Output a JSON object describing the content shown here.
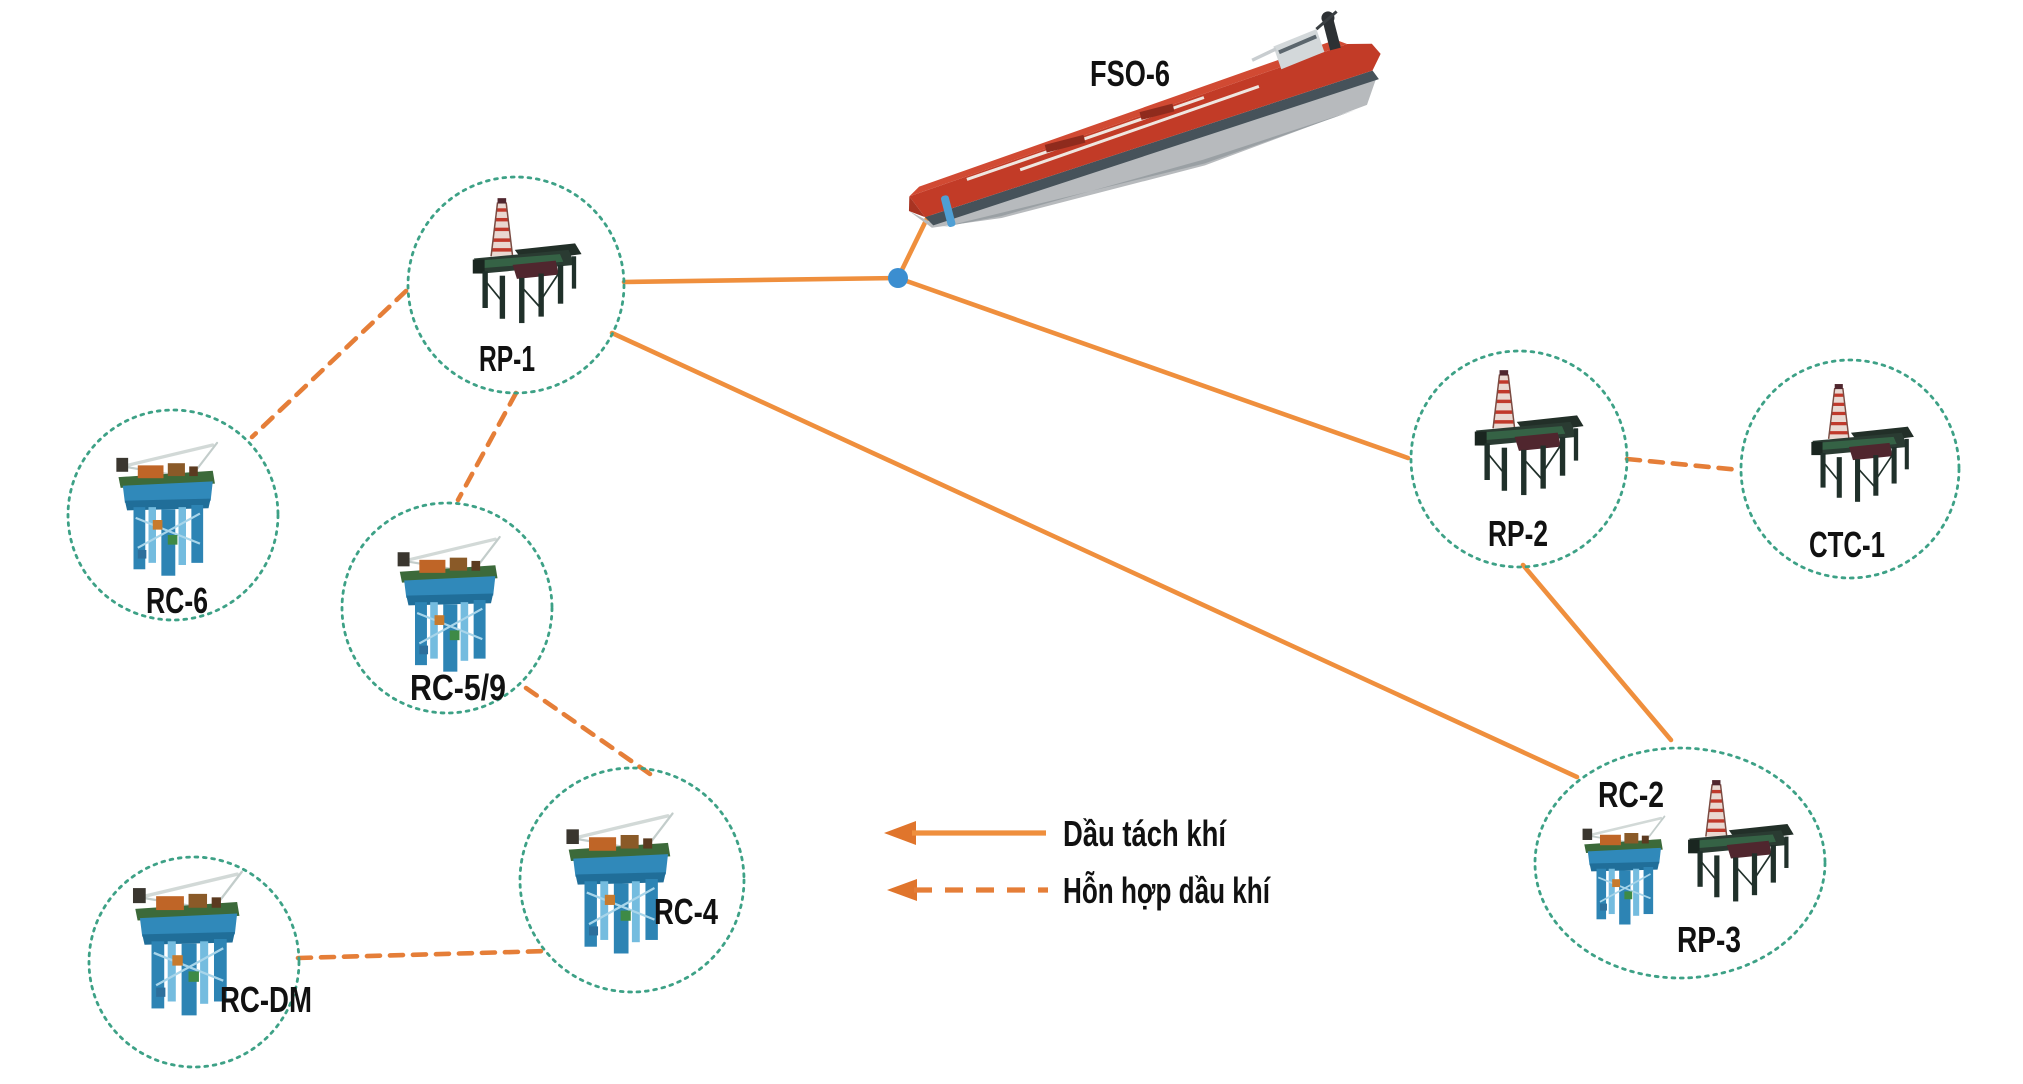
{
  "diagram": {
    "nodes": [
      {
        "id": "fso6",
        "label": "FSO-6",
        "kind": "fso-storage-tanker"
      },
      {
        "id": "rp1",
        "label": "RP-1",
        "kind": "production-platform"
      },
      {
        "id": "rc6",
        "label": "RC-6",
        "kind": "wellhead-platform"
      },
      {
        "id": "rc59",
        "label": "RC-5/9",
        "kind": "wellhead-platform"
      },
      {
        "id": "rc4",
        "label": "RC-4",
        "kind": "wellhead-platform"
      },
      {
        "id": "rcdm",
        "label": "RC-DM",
        "kind": "wellhead-platform"
      },
      {
        "id": "rp2",
        "label": "RP-2",
        "kind": "production-platform"
      },
      {
        "id": "ctc1",
        "label": "CTC-1",
        "kind": "production-platform"
      },
      {
        "id": "rc2",
        "label": "RC-2",
        "kind": "wellhead-platform"
      },
      {
        "id": "rp3",
        "label": "RP-3",
        "kind": "production-platform"
      }
    ],
    "edges": [
      {
        "from": "RP-1",
        "to": "junction",
        "style": "solid"
      },
      {
        "from": "junction",
        "to": "FSO-6",
        "style": "solid"
      },
      {
        "from": "junction",
        "to": "RP-2",
        "style": "solid"
      },
      {
        "from": "RP-1",
        "to": "RC-2",
        "style": "solid"
      },
      {
        "from": "RP-2",
        "to": "RC-2",
        "style": "solid"
      },
      {
        "from": "RC-6",
        "to": "RP-1",
        "style": "dashed"
      },
      {
        "from": "RC-5/9",
        "to": "RP-1",
        "style": "dashed"
      },
      {
        "from": "RC-4",
        "to": "RC-5/9",
        "style": "dashed"
      },
      {
        "from": "RC-DM",
        "to": "RC-4",
        "style": "dashed"
      },
      {
        "from": "CTC-1",
        "to": "RP-2",
        "style": "dashed"
      }
    ],
    "legend": {
      "solid_label": "Dầu tách khí",
      "dashed_label": "Hỗn hợp dầu khí"
    },
    "colors": {
      "pipeline_solid": "#EF8F3D",
      "pipeline_dashed": "#E57E38",
      "node_circle": "#3DA186",
      "junction_dot": "#3B8ED0",
      "ship_red": "#C23B27",
      "label_text": "#111111"
    }
  }
}
